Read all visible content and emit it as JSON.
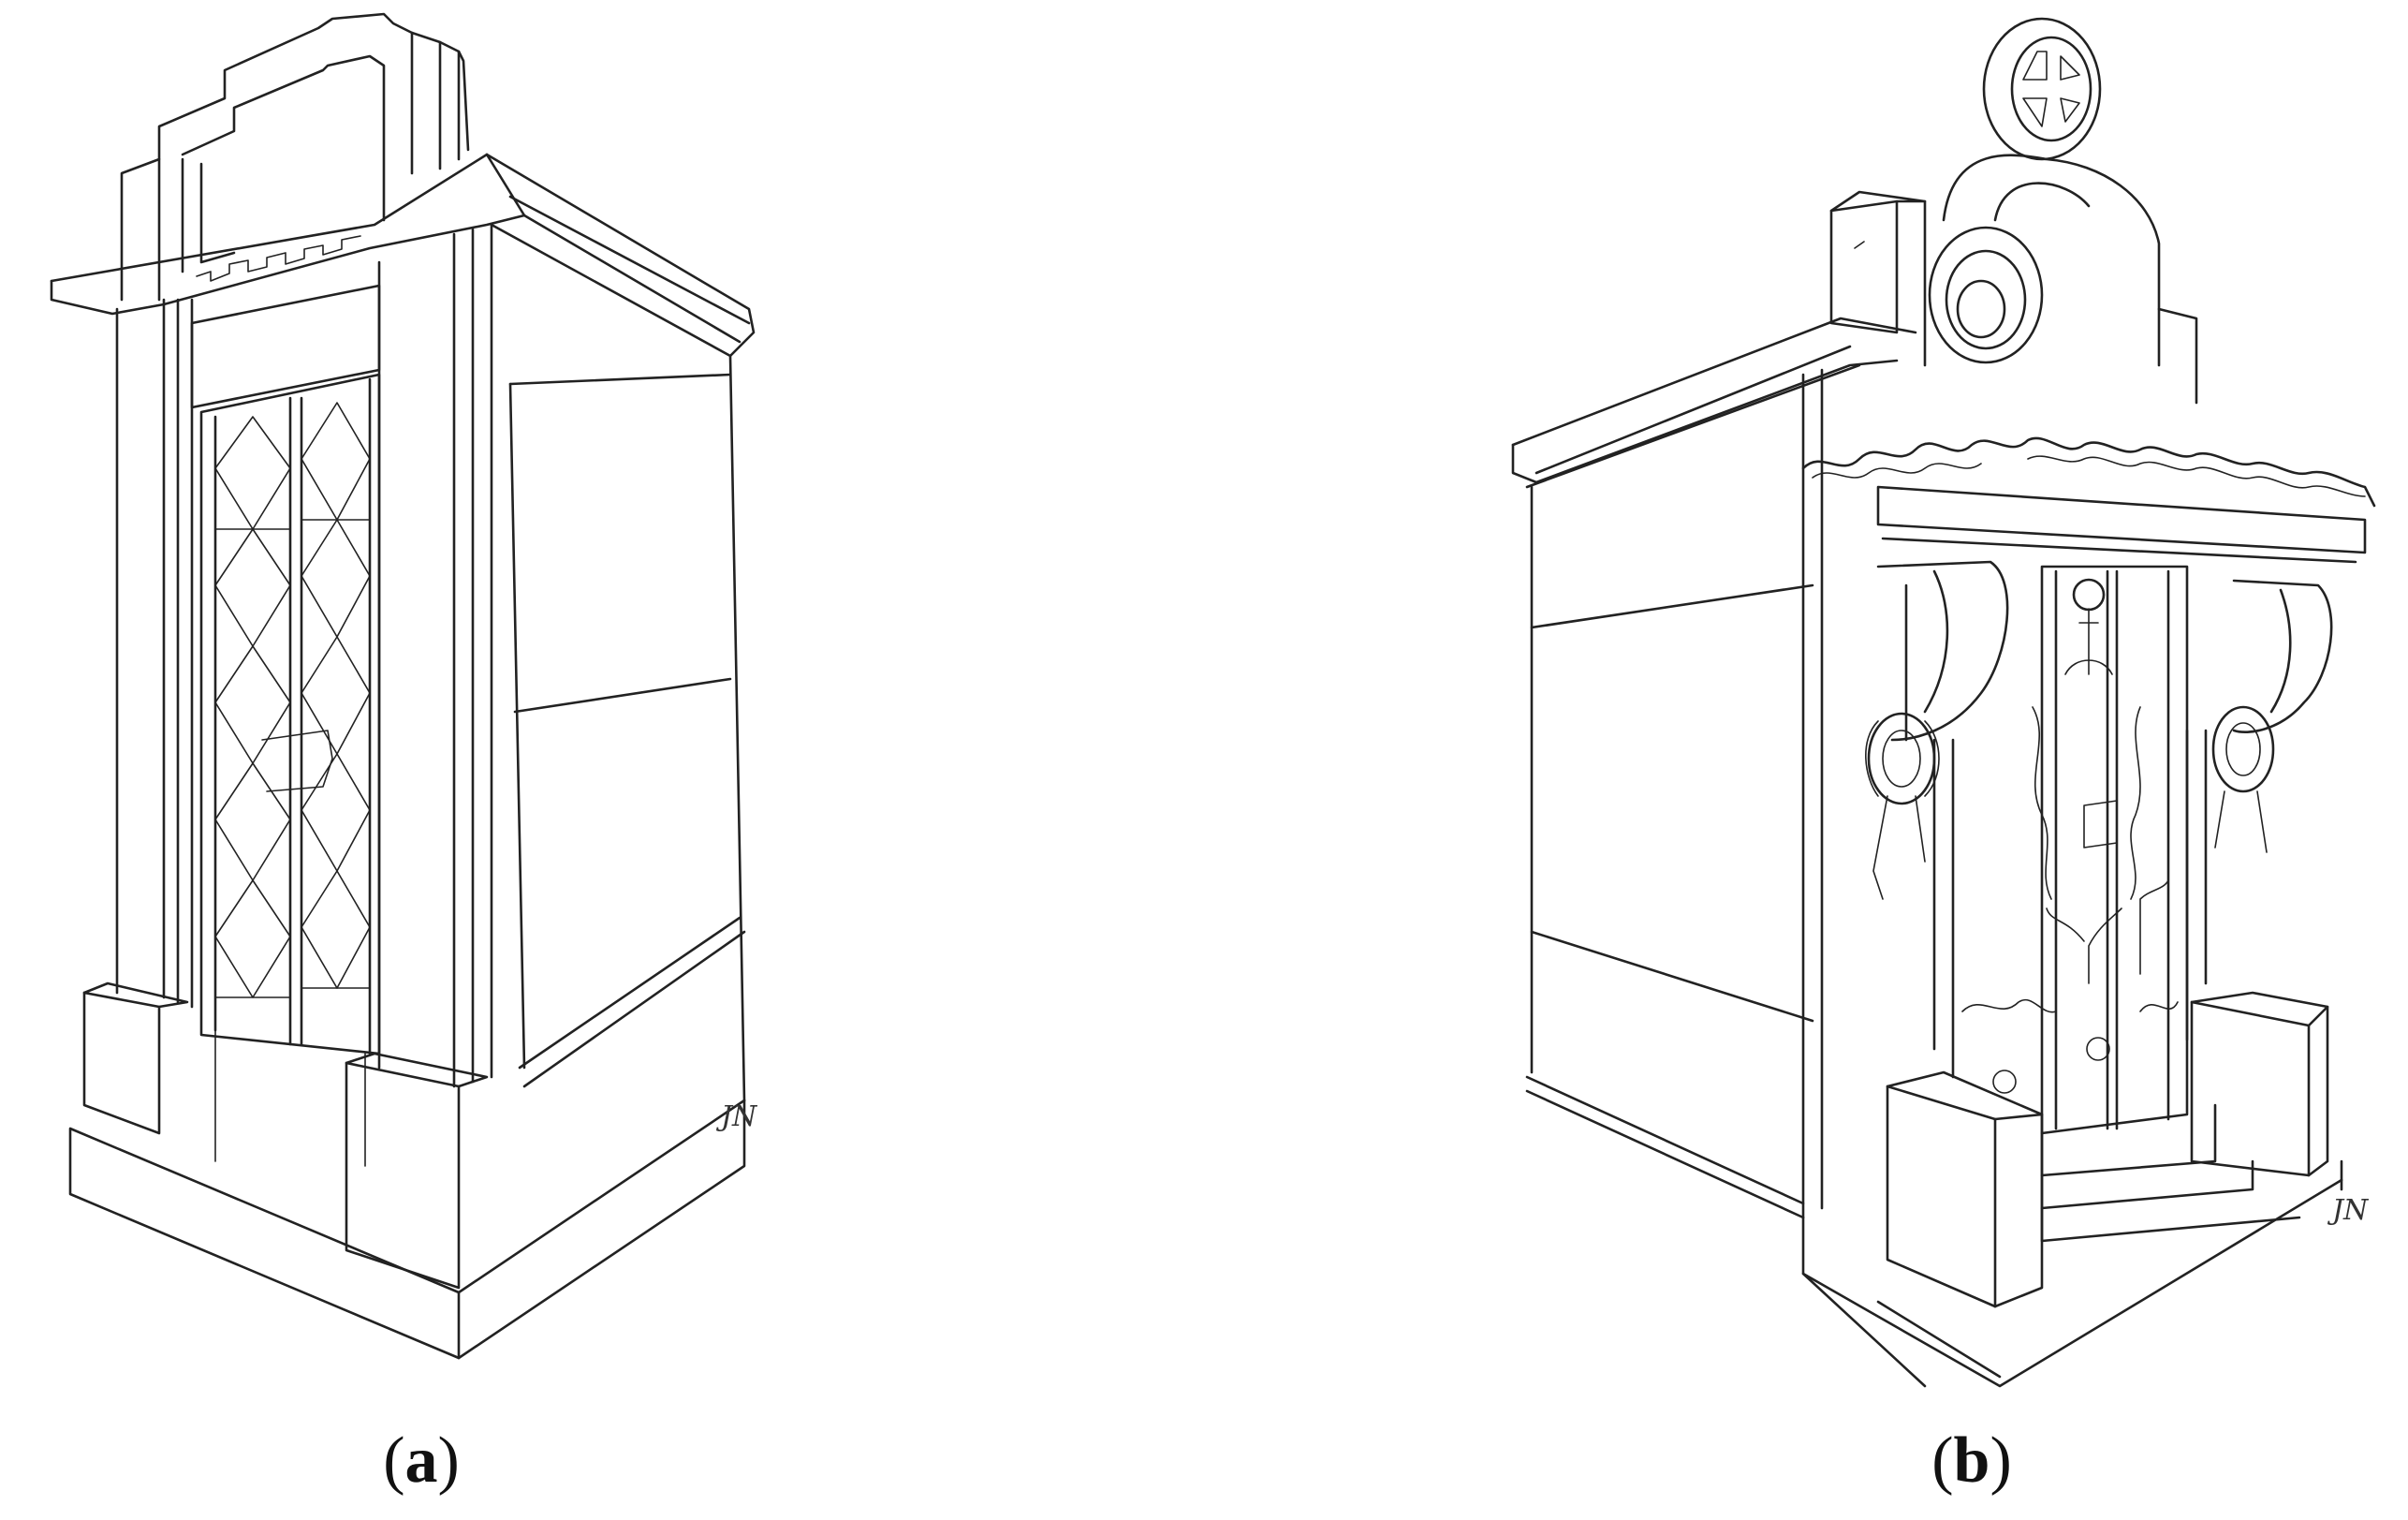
{
  "captions": {
    "a_open": "(",
    "a_letter": "a",
    "a_close": ")",
    "b_open": "(",
    "b_letter": "b",
    "b_close": ")"
  },
  "signatures": {
    "a": "JN",
    "b": "JN"
  }
}
